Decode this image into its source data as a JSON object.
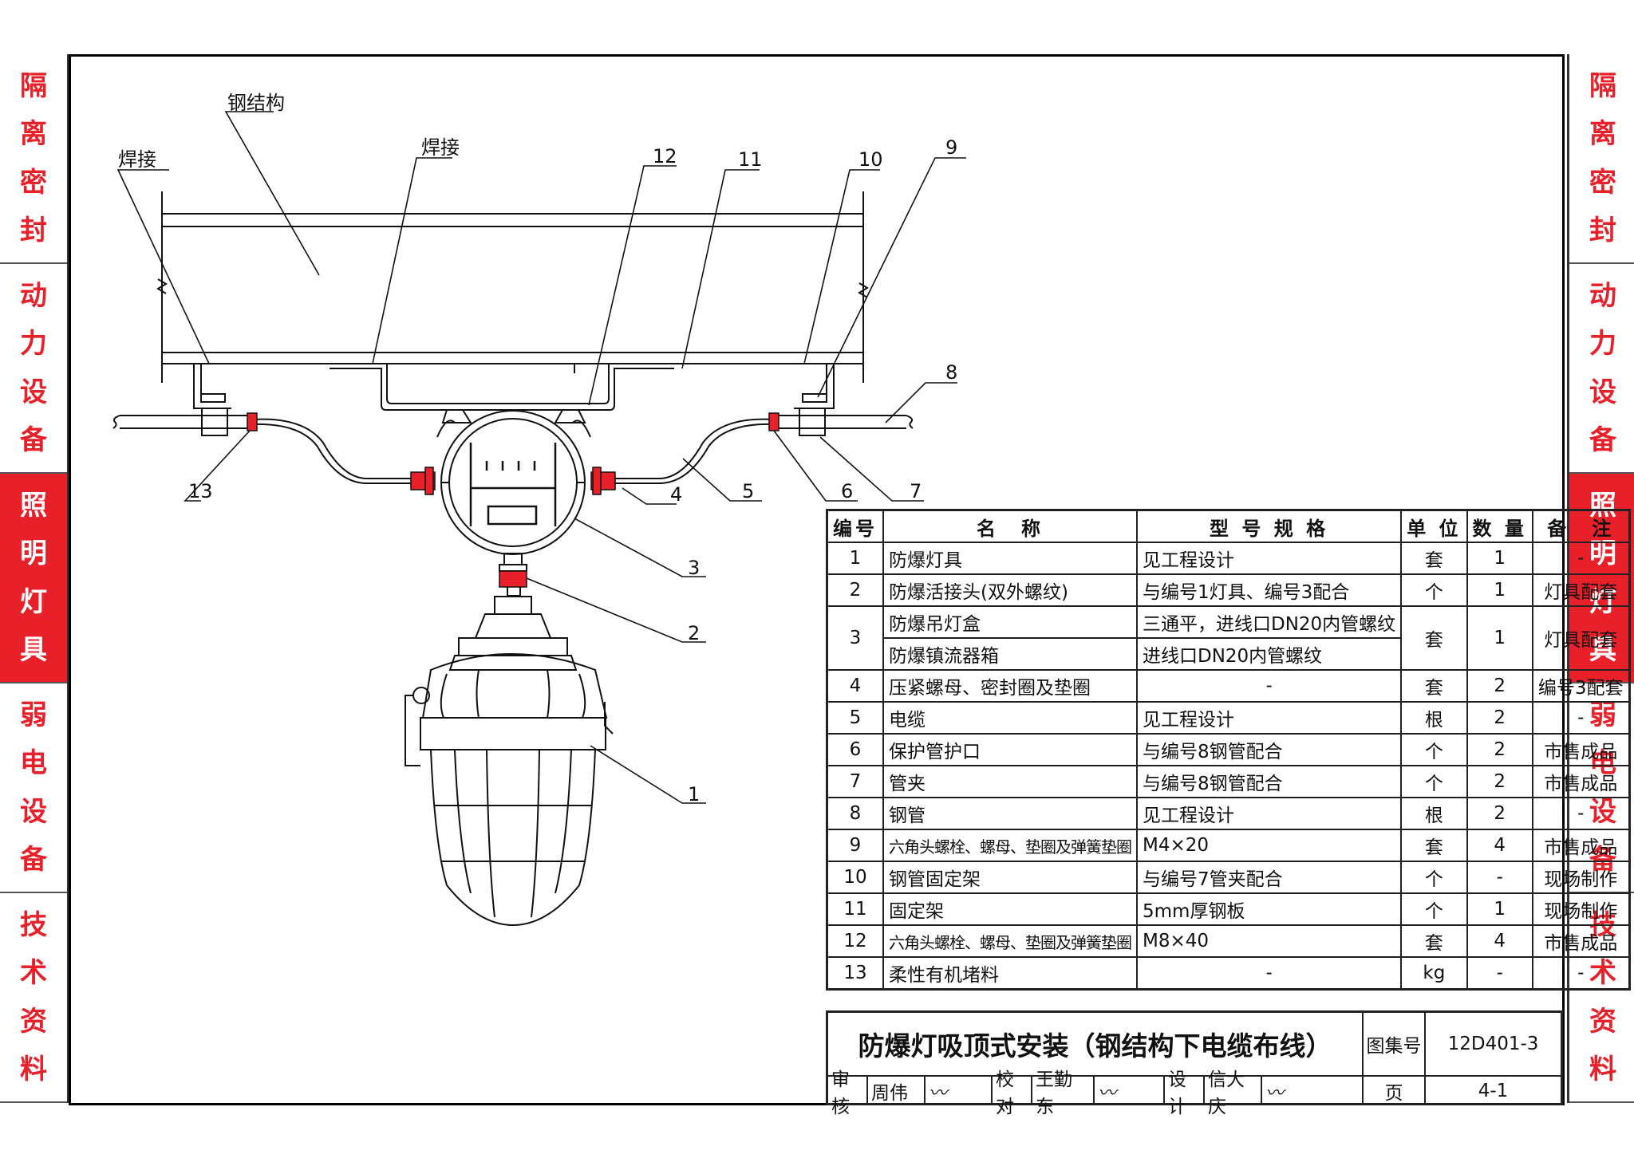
{
  "side_tabs": {
    "left": [
      {
        "label": "隔离密封",
        "active": false
      },
      {
        "label": "动力设备",
        "active": false
      },
      {
        "label": "照明灯具",
        "active": true
      },
      {
        "label": "弱电设备",
        "active": false
      },
      {
        "label": "技术资料",
        "active": false
      }
    ],
    "right": [
      {
        "label": "隔离密封",
        "active": false
      },
      {
        "label": "动力设备",
        "active": false
      },
      {
        "label": "照明灯具",
        "active": true
      },
      {
        "label": "弱电设备",
        "active": false
      },
      {
        "label": "技术资料",
        "active": false
      }
    ]
  },
  "colors": {
    "accent": "#e8202a",
    "line": "#111111"
  },
  "drawing_labels": {
    "steel_structure": "钢结构",
    "weld_left": "焊接",
    "weld_mid": "焊接",
    "callouts": [
      "1",
      "2",
      "3",
      "4",
      "5",
      "6",
      "7",
      "8",
      "9",
      "10",
      "11",
      "12",
      "13"
    ]
  },
  "table": {
    "headers": [
      "编号",
      "名　称",
      "型 号 规 格",
      "单 位",
      "数 量",
      "备　注"
    ],
    "rows": [
      {
        "no": "1",
        "name": "防爆灯具",
        "spec": "见工程设计",
        "unit": "套",
        "qty": "1",
        "note": "-"
      },
      {
        "no": "2",
        "name": "防爆活接头(双外螺纹)",
        "spec": "与编号1灯具、编号3配合",
        "unit": "个",
        "qty": "1",
        "note": "灯具配套"
      },
      {
        "no": "3",
        "name": "防爆吊灯盒",
        "spec": "三通平，进线口DN20内管螺纹",
        "unit": "套",
        "qty": "1",
        "note": "灯具配套",
        "name2": "防爆镇流器箱",
        "spec2": "进线口DN20内管螺纹"
      },
      {
        "no": "4",
        "name": "压紧螺母、密封圈及垫圈",
        "spec": "-",
        "unit": "套",
        "qty": "2",
        "note": "编号3配套"
      },
      {
        "no": "5",
        "name": "电缆",
        "spec": "见工程设计",
        "unit": "根",
        "qty": "2",
        "note": "-"
      },
      {
        "no": "6",
        "name": "保护管护口",
        "spec": "与编号8钢管配合",
        "unit": "个",
        "qty": "2",
        "note": "市售成品"
      },
      {
        "no": "7",
        "name": "管夹",
        "spec": "与编号8钢管配合",
        "unit": "个",
        "qty": "2",
        "note": "市售成品"
      },
      {
        "no": "8",
        "name": "钢管",
        "spec": "见工程设计",
        "unit": "根",
        "qty": "2",
        "note": "-"
      },
      {
        "no": "9",
        "name": "六角头螺栓、螺母、垫圈及弹簧垫圈",
        "spec": "M4×20",
        "unit": "套",
        "qty": "4",
        "note": "市售成品"
      },
      {
        "no": "10",
        "name": "钢管固定架",
        "spec": "与编号7管夹配合",
        "unit": "个",
        "qty": "-",
        "note": "现场制作"
      },
      {
        "no": "11",
        "name": "固定架",
        "spec": "5mm厚钢板",
        "unit": "个",
        "qty": "1",
        "note": "现场制作"
      },
      {
        "no": "12",
        "name": "六角头螺栓、螺母、垫圈及弹簧垫圈",
        "spec": "M8×40",
        "unit": "套",
        "qty": "4",
        "note": "市售成品"
      },
      {
        "no": "13",
        "name": "柔性有机堵料",
        "spec": "-",
        "unit": "kg",
        "qty": "-",
        "note": "-"
      }
    ]
  },
  "title_block": {
    "title": "防爆灯吸顶式安装（钢结构下电缆布线）",
    "atlas_label": "图集号",
    "atlas_no": "12D401-3",
    "page_label": "页",
    "page_no": "4-1",
    "review_label": "审核",
    "reviewer": "周伟",
    "check_label": "校对",
    "checker": "王勤东",
    "design_label": "设计",
    "designer": "信大庆"
  }
}
